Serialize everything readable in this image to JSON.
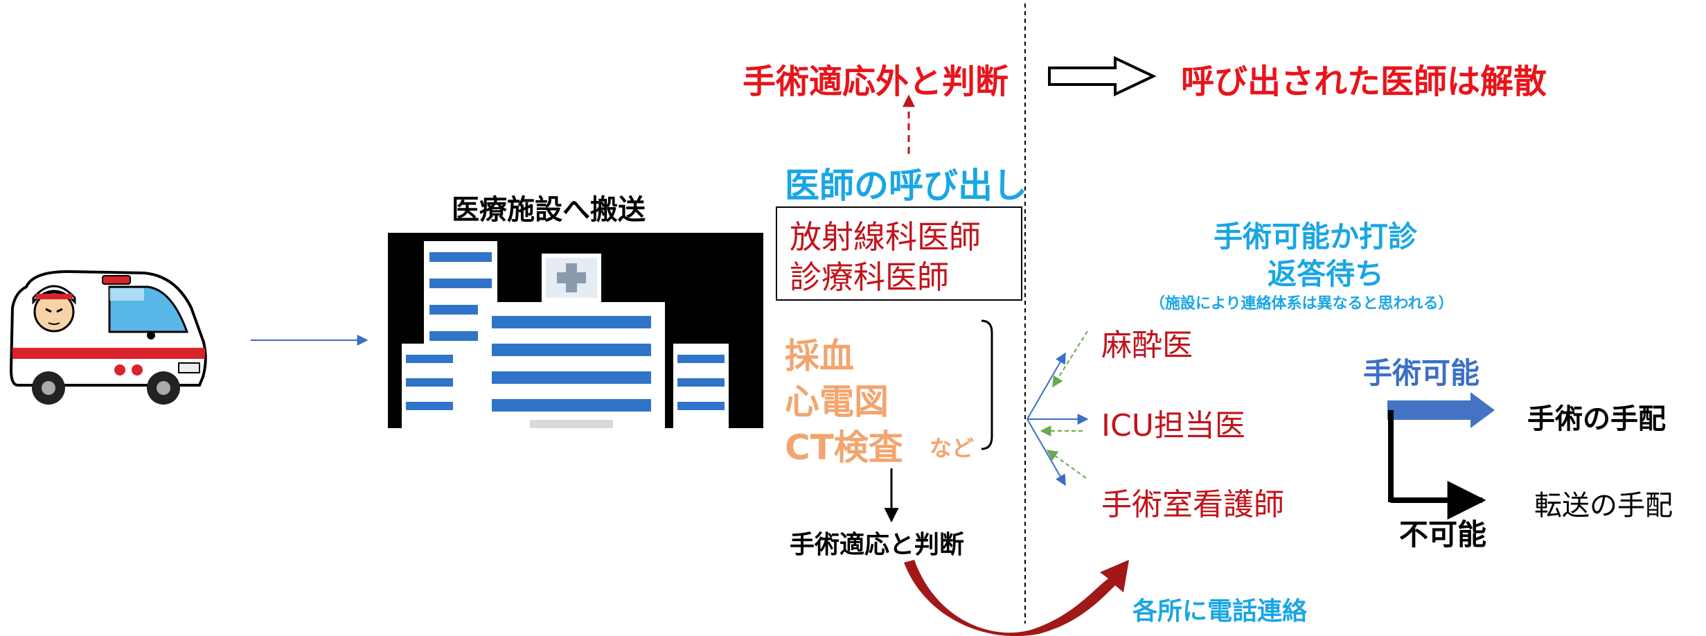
{
  "colors": {
    "red": "#e8141b",
    "dark_red": "#c0151b",
    "cyan": "#19a6e4",
    "blue": "#3a6fc6",
    "orange": "#f2a56f",
    "green_dashed": "#6aa84f",
    "arrow_red": "#a11818"
  },
  "icons": {
    "ambulance": "ambulance-illustration",
    "hospital": "hospital-building-illustration"
  },
  "flow": {
    "transport_label": "医療施設へ搬送",
    "exclusion": {
      "judgement": "手術適応外と判断",
      "result": "呼び出された医師は解散"
    },
    "doctor_call": {
      "title": "医師の呼び出し",
      "doctors": [
        "放射線科医師",
        "診療科医師"
      ]
    },
    "tests": {
      "items": [
        "採血",
        "心電図",
        "CT検査"
      ],
      "suffix": "など"
    },
    "indication_judgement": "手術適応と判断",
    "phone_contact": "各所に電話連絡",
    "inquiry": {
      "line1": "手術可能か打診",
      "line2": "返答待ち",
      "note": "（施設により連絡体系は異なると思われる）"
    },
    "contacts": [
      "麻酔医",
      "ICU担当医",
      "手術室看護師"
    ],
    "outcome": {
      "possible_label": "手術可能",
      "possible_action": "手術の手配",
      "impossible_label": "不可能",
      "impossible_action": "転送の手配"
    }
  }
}
